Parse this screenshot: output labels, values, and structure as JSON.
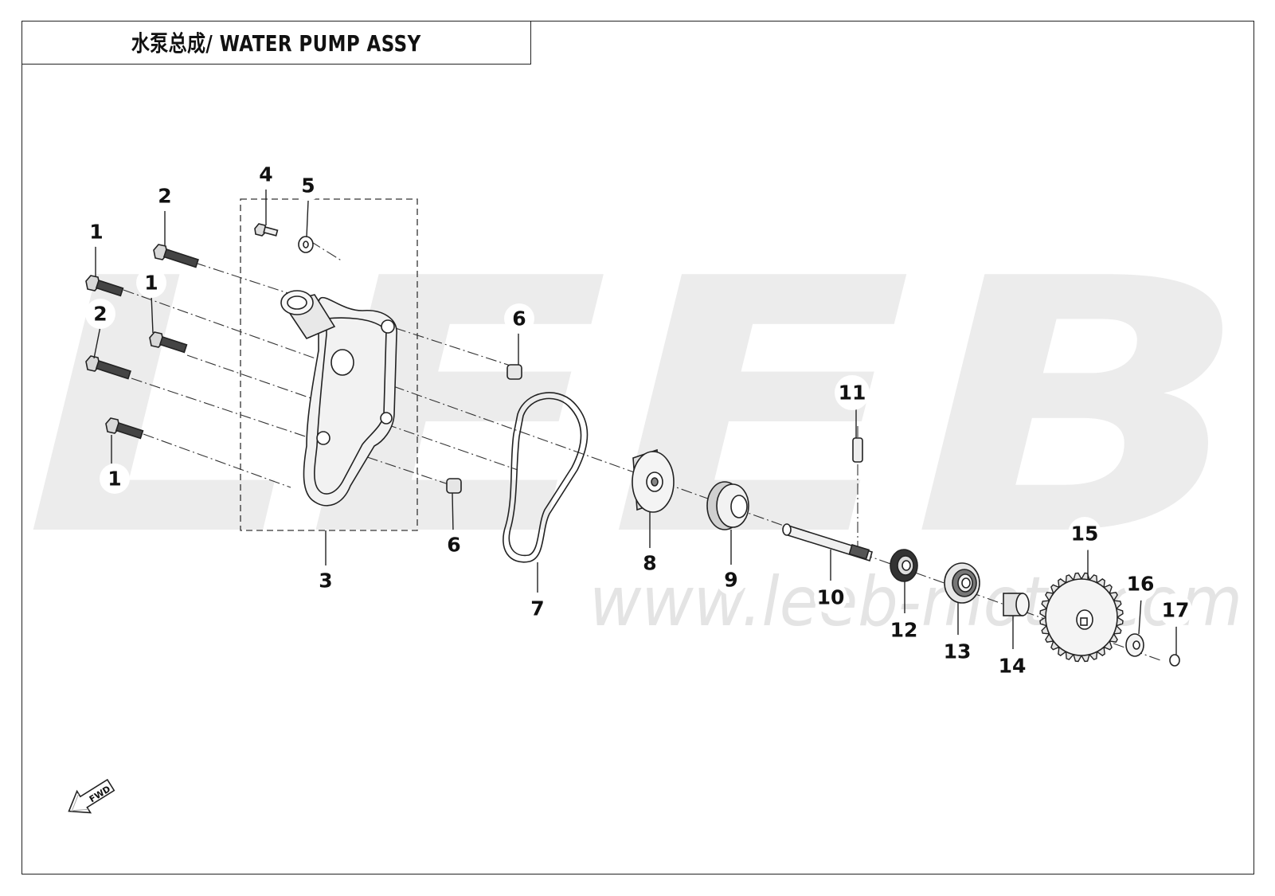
{
  "title": "水泵总成/ WATER PUMP ASSY",
  "watermark": {
    "logo_text": "LEEB",
    "url_text": "www.leeb-moto.com"
  },
  "fwd_marker": {
    "label": "FWD",
    "icon": "fwd-arrow-icon"
  },
  "callouts": [
    {
      "id": "c-1a",
      "number": "1"
    },
    {
      "id": "c-1b",
      "number": "1"
    },
    {
      "id": "c-1c",
      "number": "1"
    },
    {
      "id": "c-2a",
      "number": "2"
    },
    {
      "id": "c-2b",
      "number": "2"
    },
    {
      "id": "c-3",
      "number": "3"
    },
    {
      "id": "c-4",
      "number": "4"
    },
    {
      "id": "c-5",
      "number": "5"
    },
    {
      "id": "c-6a",
      "number": "6"
    },
    {
      "id": "c-6b",
      "number": "6"
    },
    {
      "id": "c-7",
      "number": "7"
    },
    {
      "id": "c-8",
      "number": "8"
    },
    {
      "id": "c-9",
      "number": "9"
    },
    {
      "id": "c-10",
      "number": "10"
    },
    {
      "id": "c-11",
      "number": "11"
    },
    {
      "id": "c-12",
      "number": "12"
    },
    {
      "id": "c-13",
      "number": "13"
    },
    {
      "id": "c-14",
      "number": "14"
    },
    {
      "id": "c-15",
      "number": "15"
    },
    {
      "id": "c-16",
      "number": "16"
    },
    {
      "id": "c-17",
      "number": "17"
    }
  ],
  "colors": {
    "line": "#222222",
    "watermark": "#ececec",
    "background": "#ffffff"
  }
}
